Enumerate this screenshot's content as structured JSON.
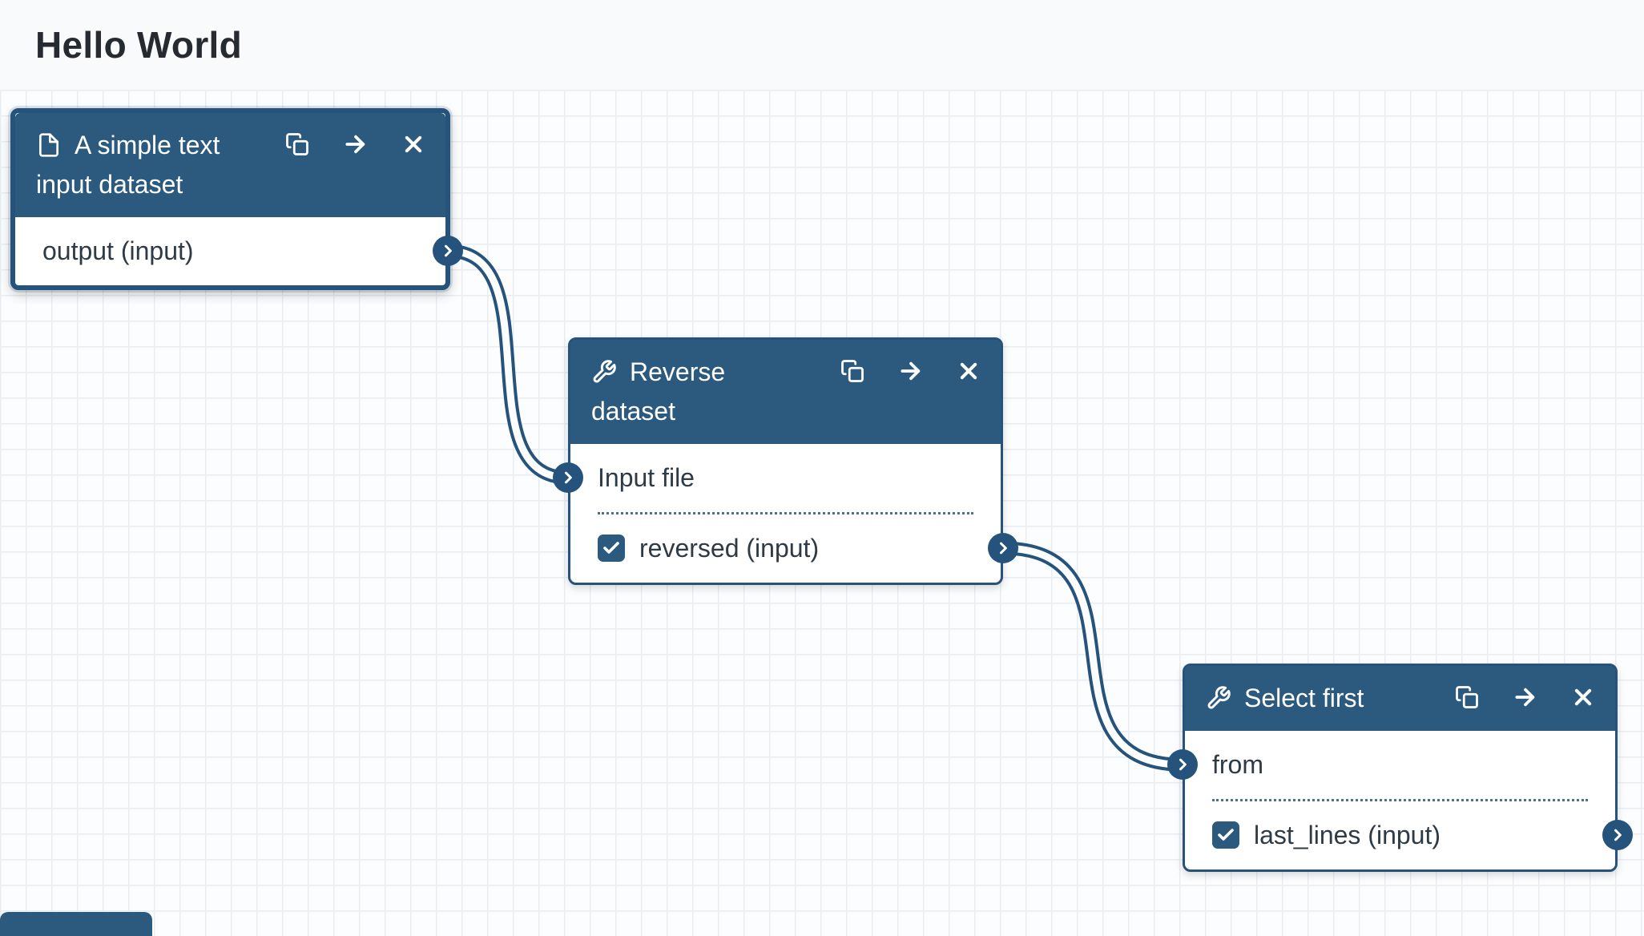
{
  "page": {
    "title": "Hello World"
  },
  "colors": {
    "primary": "#25537b",
    "node_header": "#2b5a7e",
    "canvas_bg": "#fcfdfe",
    "grid_line": "#e8edf2",
    "title_text": "#262b31"
  },
  "icons": {
    "node_types": [
      "file-icon",
      "wrench-icon"
    ],
    "node_actions": [
      "duplicate-icon",
      "arrow-right-icon",
      "close-icon"
    ],
    "port": "chevron-right-icon",
    "checkbox": "check-icon"
  },
  "nodes": [
    {
      "kind": "input-dataset",
      "icon": "file-icon",
      "title_line1": "A simple text",
      "title_line2": "input dataset",
      "selected": true,
      "inputs": [],
      "outputs": [
        {
          "label": "output (input)",
          "has_checkbox": false
        }
      ]
    },
    {
      "kind": "tool",
      "icon": "wrench-icon",
      "title_line1": "Reverse",
      "title_line2": "dataset",
      "selected": false,
      "inputs": [
        {
          "label": "Input file"
        }
      ],
      "outputs": [
        {
          "label": "reversed (input)",
          "has_checkbox": true,
          "checked": true
        }
      ]
    },
    {
      "kind": "tool",
      "icon": "wrench-icon",
      "title_line1": "Select first",
      "title_line2": "",
      "selected": false,
      "inputs": [
        {
          "label": "from"
        }
      ],
      "outputs": [
        {
          "label": "last_lines (input)",
          "has_checkbox": true,
          "checked": true
        }
      ]
    }
  ],
  "connections": [
    {
      "from": "port-n1-out0",
      "to": "port-n2-in0"
    },
    {
      "from": "port-n2-out0",
      "to": "port-n3-in0"
    }
  ]
}
